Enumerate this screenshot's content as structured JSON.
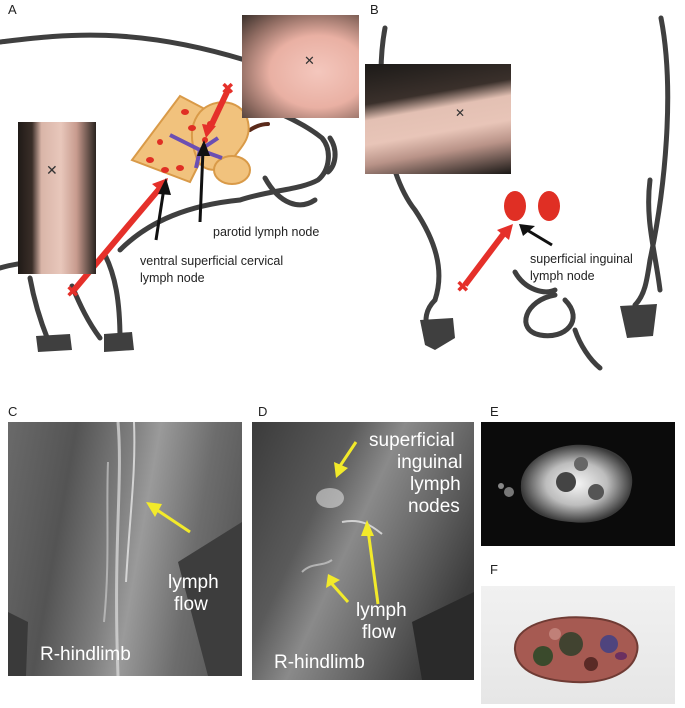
{
  "panels": {
    "a": {
      "letter": "A",
      "label_parotid": "parotid lymph node",
      "label_cervical_line1": "ventral superficial cervical",
      "label_cervical_line2": "lymph node"
    },
    "b": {
      "letter": "B",
      "label_inguinal_line1": "superficial inguinal",
      "label_inguinal_line2": "lymph node"
    },
    "c": {
      "letter": "C",
      "label_flow_line1": "lymph",
      "label_flow_line2": "flow",
      "label_limb": "R-hindlimb"
    },
    "d": {
      "letter": "D",
      "label_node_line1": "superficial",
      "label_node_line2": "inguinal",
      "label_node_line3": "lymph",
      "label_node_line4": "nodes",
      "label_flow_line1": "lymph",
      "label_flow_line2": "flow",
      "label_limb": "R-hindlimb"
    },
    "e": {
      "letter": "E"
    },
    "f": {
      "letter": "F"
    }
  },
  "colors": {
    "outline": "#3f3f3f",
    "injection_red": "#e5302a",
    "node_red": "#e02f24",
    "gland_tan": "#f1c27d",
    "vessel_blue": "#6b4fb3",
    "annotation_yellow": "#f2ea2a"
  }
}
